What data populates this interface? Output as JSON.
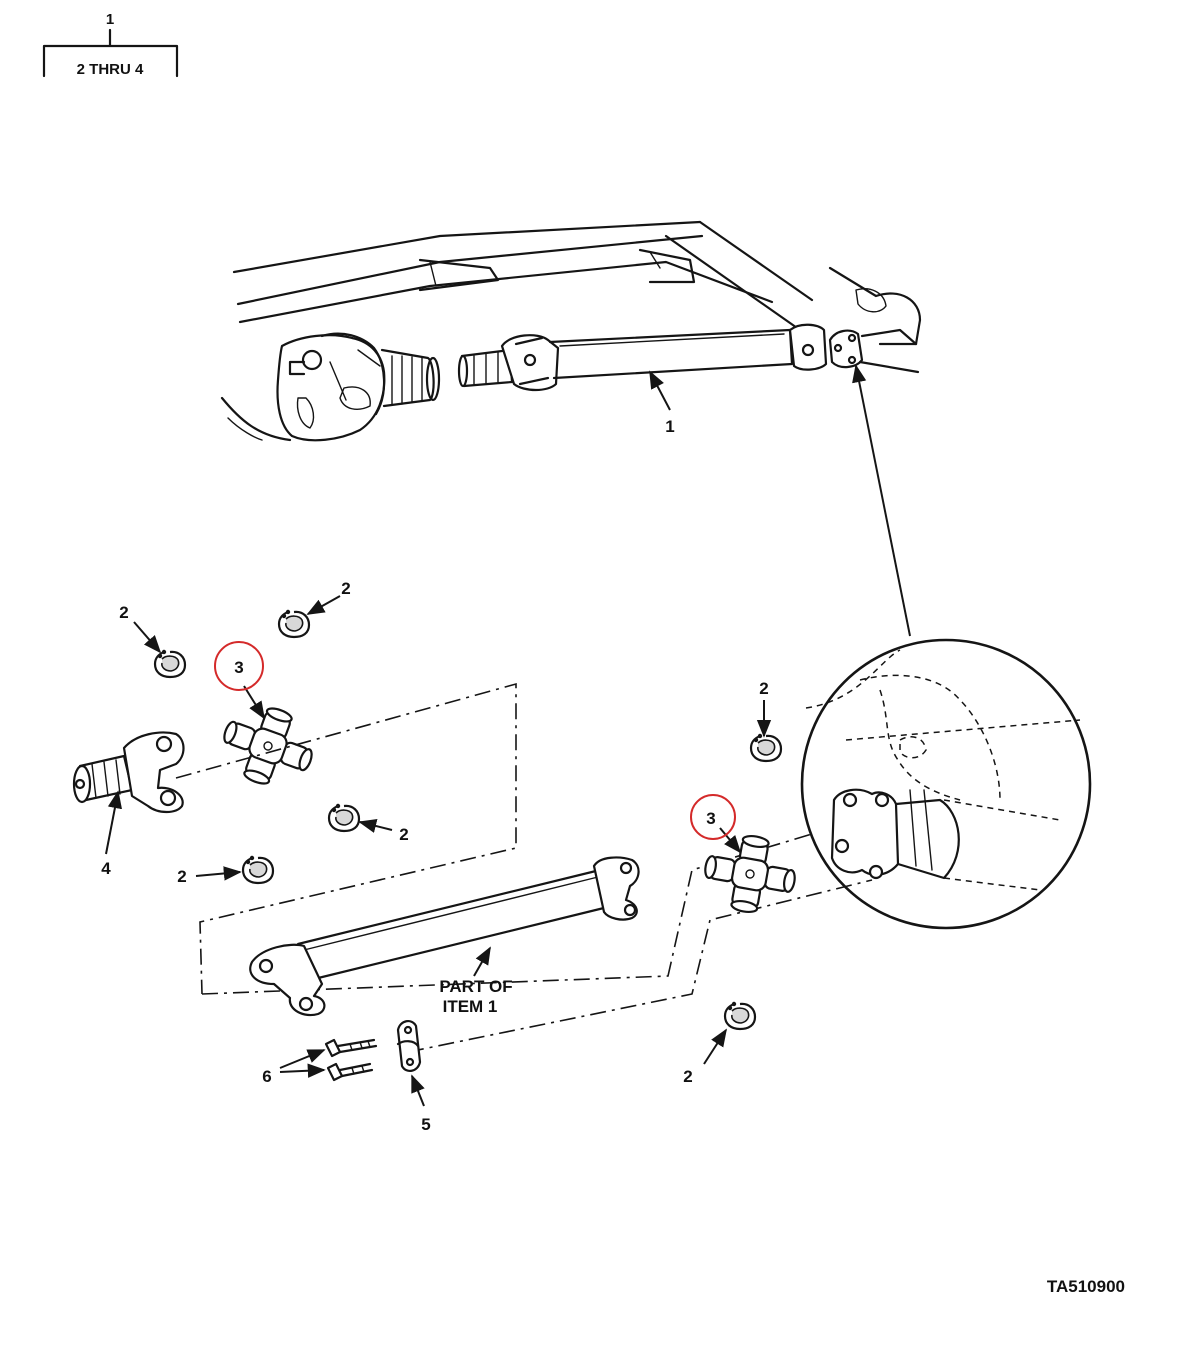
{
  "header": {
    "assembly_number": "1",
    "range_label": "2 THRU 4"
  },
  "callouts": {
    "propeller_shaft": "1",
    "snap_ring": "2",
    "journal_bearing": "3",
    "slip_yoke": "4",
    "strap": "5",
    "bolts": "6"
  },
  "notes": {
    "part_of_line1": "PART OF",
    "part_of_line2": "ITEM 1"
  },
  "figure_id": "TA510900",
  "colors": {
    "ink": "#151515",
    "highlight": "#d42a2a",
    "paper": "#ffffff"
  },
  "icons": {
    "snap_ring": "snap-ring-icon",
    "universal_joint": "universal-joint-cross-icon"
  }
}
